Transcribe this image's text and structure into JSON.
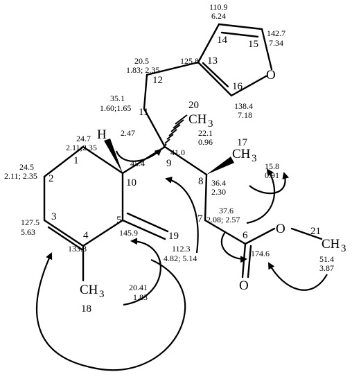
{
  "atoms": {
    "O_furan": "O",
    "O_ester_single": "O",
    "O_ester_carbonyl": "O",
    "H10": "H",
    "CH3_20_C": "CH",
    "CH3_20_sub": "3",
    "CH3_17_C": "CH",
    "CH3_17_sub": "3",
    "CH3_21_C": "CH",
    "CH3_21_sub": "3",
    "CH3_18_C": "CH",
    "CH3_18_sub": "3"
  },
  "numbers": {
    "n1": "1",
    "n2": "2",
    "n3": "3",
    "n4": "4",
    "n5": "5",
    "n6": "6",
    "n7": "7",
    "n8": "8",
    "n9": "9",
    "n10": "10",
    "n11": "11",
    "n12": "12",
    "n13": "13",
    "n14": "14",
    "n15": "15",
    "n16": "16",
    "n17": "17",
    "n18": "18",
    "n19": "19",
    "n20": "20",
    "n21": "21"
  },
  "shifts": {
    "c14_c": "110.9",
    "c14_h": "6.24",
    "c15_c": "142.7",
    "c15_h": "7.34",
    "c13_c": "125.8",
    "c12_c": "20.5",
    "c12_h": "1.83; 2.35",
    "c11_c": "35.1",
    "c11_h": "1.60;1.65",
    "c16_c": "138.4",
    "c16_h": "7.18",
    "c20_c": "22.1",
    "c20_h": "0.96",
    "c9_c": "41.0",
    "h10": "2.47",
    "c10_c": "45.4",
    "c1_c": "24.7",
    "c1_h": "2.11;2.35",
    "c2_c": "24.5",
    "c2_h": "2.11; 2.35",
    "c8_c": "36.4",
    "c8_h": "2.30",
    "c17_c": "15.8",
    "c17_h": "0.91",
    "c7_c": "37.6",
    "c7_h": "2.08; 2.57",
    "c3_c": "127.5",
    "c3_h": "5.63",
    "c5_c": "145.9",
    "c4_c": "133.8",
    "c19_c": "112.3",
    "c19_h": "4.82; 5.14",
    "c6_c": "174.6",
    "c21_c": "51.4",
    "c21_h": "3.87",
    "c18_c": "20.41",
    "c18_h": "1.83"
  }
}
